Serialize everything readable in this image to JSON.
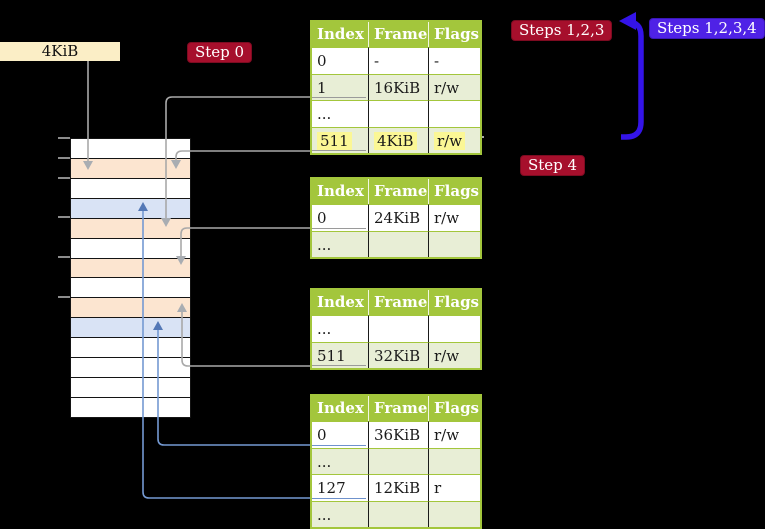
{
  "page_size_label": "4KiB",
  "badges": {
    "step0": "Step 0",
    "steps123": "Steps 1,2,3",
    "steps1234": "Steps 1,2,3,4",
    "step4": "Step 4"
  },
  "tables": [
    {
      "headers": [
        "Index",
        "Frame",
        "Flags"
      ],
      "rows": [
        {
          "cells": [
            "0",
            "-",
            "-"
          ]
        },
        {
          "cells": [
            "1",
            "16KiB",
            "r/w"
          ],
          "underline": "grey"
        },
        {
          "cells": [
            "...",
            "",
            ""
          ]
        },
        {
          "cells": [
            "511",
            "4KiB",
            "r/w"
          ],
          "underline": "grey",
          "highlighted": true
        }
      ]
    },
    {
      "headers": [
        "Index",
        "Frame",
        "Flags"
      ],
      "rows": [
        {
          "cells": [
            "0",
            "24KiB",
            "r/w"
          ],
          "underline": "grey"
        },
        {
          "cells": [
            "...",
            "",
            ""
          ]
        }
      ]
    },
    {
      "headers": [
        "Index",
        "Frame",
        "Flags"
      ],
      "rows": [
        {
          "cells": [
            "...",
            "",
            ""
          ]
        },
        {
          "cells": [
            "511",
            "32KiB",
            "r/w"
          ],
          "underline": "grey"
        }
      ]
    },
    {
      "headers": [
        "Index",
        "Frame",
        "Flags"
      ],
      "rows": [
        {
          "cells": [
            "0",
            "36KiB",
            "r/w"
          ],
          "underline": "blue"
        },
        {
          "cells": [
            "...",
            "",
            ""
          ]
        },
        {
          "cells": [
            "127",
            "12KiB",
            "r"
          ],
          "underline": "blue"
        },
        {
          "cells": [
            "...",
            "",
            ""
          ]
        }
      ]
    }
  ],
  "memory_column": {
    "rows": [
      "white",
      "peach",
      "white",
      "blue",
      "peach",
      "white",
      "peach",
      "white",
      "peach",
      "blue",
      "white",
      "white",
      "white",
      "white"
    ],
    "tick_positions_y": [
      137,
      157,
      177,
      216,
      256,
      296
    ]
  },
  "connectors": [
    {
      "from": "page-size-label",
      "to": "memory-row-2",
      "color": "grey"
    },
    {
      "from": "table-1-entry-1",
      "to": "memory-row-5",
      "color": "grey"
    },
    {
      "from": "table-1-entry-511",
      "to": "memory-row-2",
      "color": "grey"
    },
    {
      "from": "table-2-entry-0",
      "to": "memory-row-7",
      "color": "grey"
    },
    {
      "from": "table-3-entry-511",
      "to": "memory-row-9",
      "color": "grey"
    },
    {
      "from": "table-4-entry-0",
      "to": "memory-row-10",
      "color": "blue"
    },
    {
      "from": "table-4-entry-127",
      "to": "memory-row-4",
      "color": "blue"
    },
    {
      "from": "table-1-entry-511",
      "to": "steps-badges",
      "color": "indigo",
      "type": "big-arrow"
    }
  ],
  "colors": {
    "table_header_green": "#a3c63c",
    "table_row_green": "#e8eed6",
    "highlight_yellow": "#fbf795",
    "badge_red": "#a60f2c",
    "badge_blue": "#4f22e6",
    "big_arrow_blue": "#3414e8",
    "connector_grey": "#a9a9a9",
    "connector_blue": "#7499d2",
    "memory_peach": "#fce5d0",
    "memory_blue": "#d9e3f5",
    "label_cream": "#fbeec6"
  }
}
